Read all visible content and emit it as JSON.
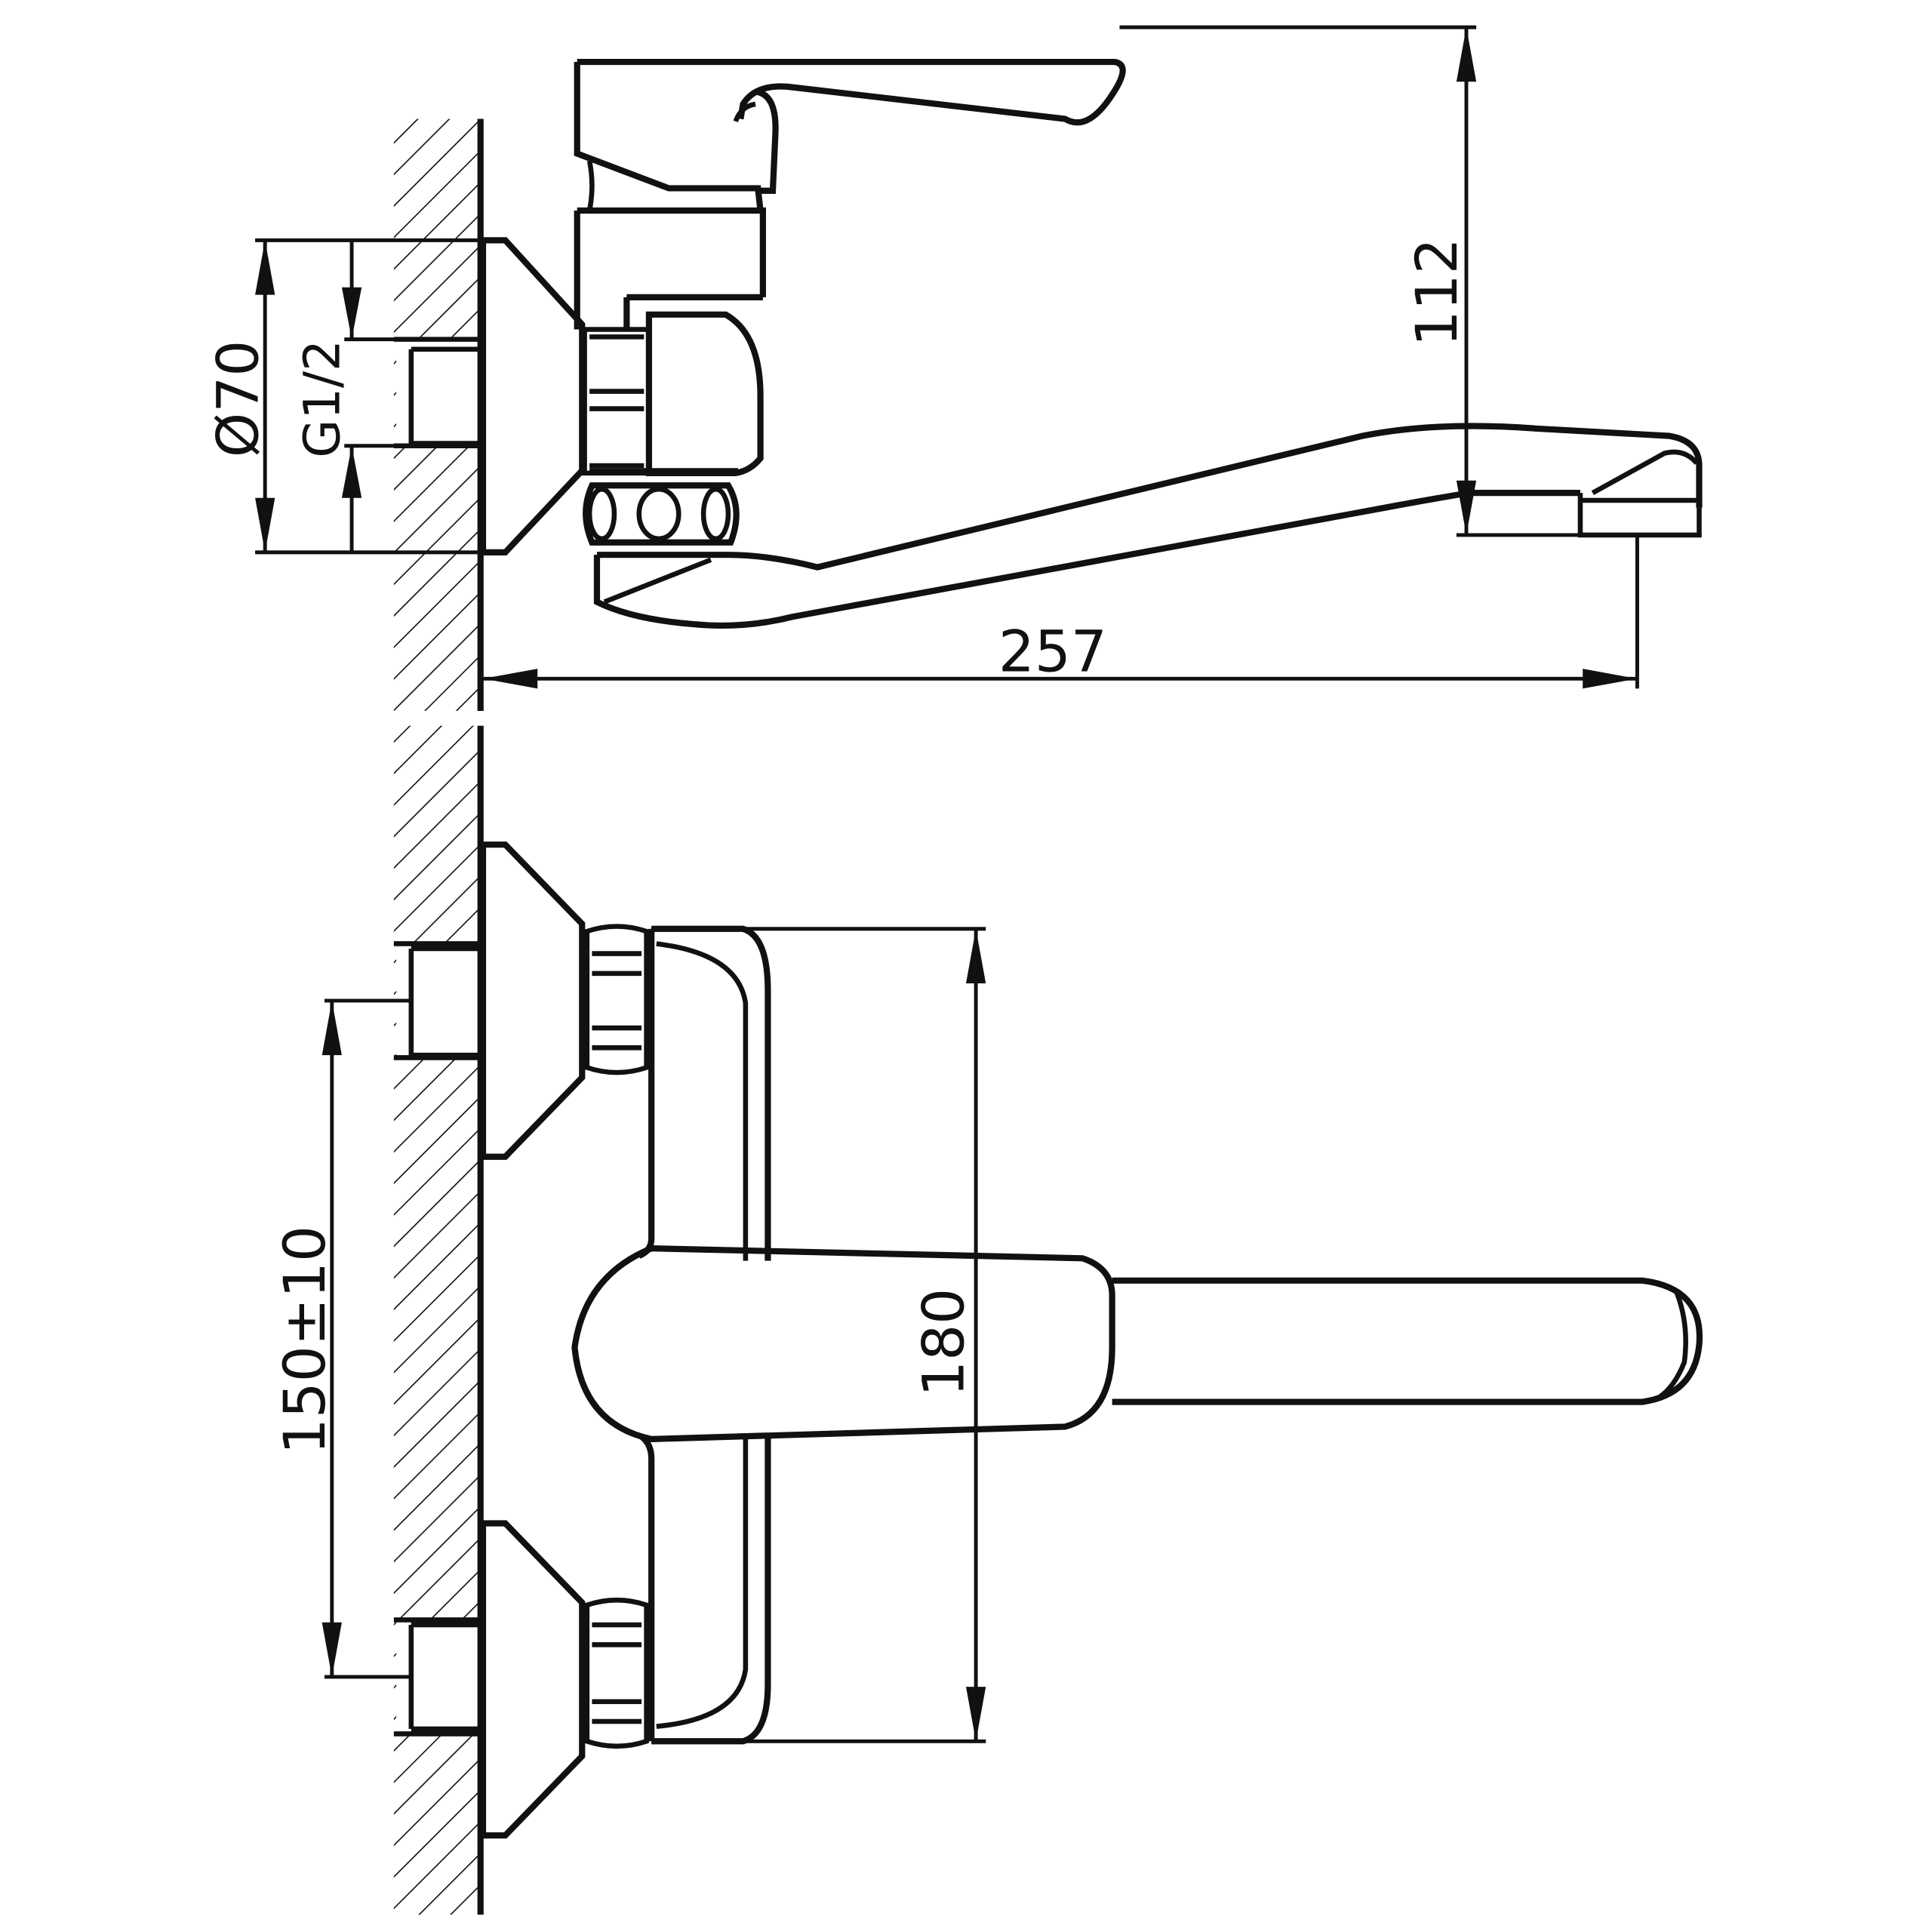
{
  "dimensions": {
    "diameter_label": "Ø70",
    "thread_label": "G1/2",
    "height_label": "112",
    "reach_label": "257",
    "spacing_label": "150±10",
    "body_height_label": "180"
  },
  "colors": {
    "line": "#111111",
    "background": "#ffffff"
  }
}
